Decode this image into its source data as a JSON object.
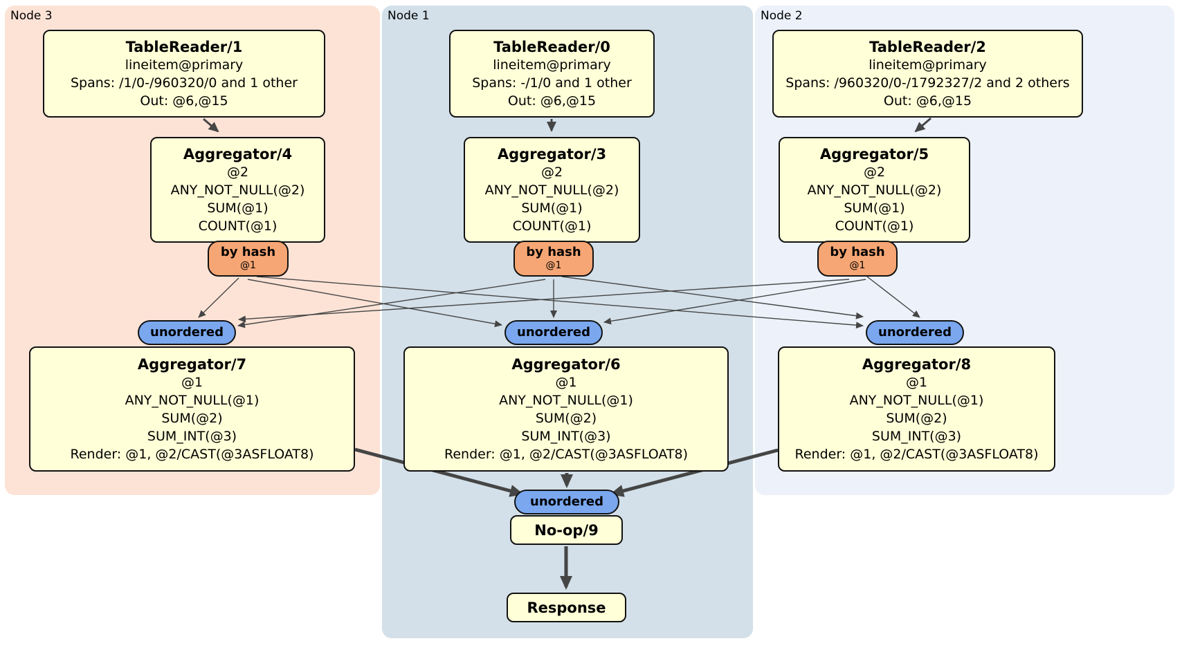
{
  "regions": [
    {
      "id": "node3",
      "label": "Node 3",
      "fill": "#fce3d6"
    },
    {
      "id": "node1",
      "label": "Node 1",
      "fill": "#d3e0e9"
    },
    {
      "id": "node2",
      "label": "Node 2",
      "fill": "#ecf1fa"
    }
  ],
  "processors": {
    "tr1": {
      "title": "TableReader/1",
      "lines": [
        "lineitem@primary",
        "Spans: /1/0-/960320/0 and 1 other",
        "Out: @6,@15"
      ]
    },
    "tr0": {
      "title": "TableReader/0",
      "lines": [
        "lineitem@primary",
        "Spans: -/1/0 and 1 other",
        "Out: @6,@15"
      ]
    },
    "tr2": {
      "title": "TableReader/2",
      "lines": [
        "lineitem@primary",
        "Spans: /960320/0-/1792327/2 and 2 others",
        "Out: @6,@15"
      ]
    },
    "agg4": {
      "title": "Aggregator/4",
      "lines": [
        "@2",
        "ANY_NOT_NULL(@2)",
        "SUM(@1)",
        "COUNT(@1)"
      ]
    },
    "agg3": {
      "title": "Aggregator/3",
      "lines": [
        "@2",
        "ANY_NOT_NULL(@2)",
        "SUM(@1)",
        "COUNT(@1)"
      ]
    },
    "agg5": {
      "title": "Aggregator/5",
      "lines": [
        "@2",
        "ANY_NOT_NULL(@2)",
        "SUM(@1)",
        "COUNT(@1)"
      ]
    },
    "agg7": {
      "title": "Aggregator/7",
      "lines": [
        "@1",
        "ANY_NOT_NULL(@1)",
        "SUM(@2)",
        "SUM_INT(@3)",
        "Render: @1, @2/CAST(@3ASFLOAT8)"
      ]
    },
    "agg6": {
      "title": "Aggregator/6",
      "lines": [
        "@1",
        "ANY_NOT_NULL(@1)",
        "SUM(@2)",
        "SUM_INT(@3)",
        "Render: @1, @2/CAST(@3ASFLOAT8)"
      ]
    },
    "agg8": {
      "title": "Aggregator/8",
      "lines": [
        "@1",
        "ANY_NOT_NULL(@1)",
        "SUM(@2)",
        "SUM_INT(@3)",
        "Render: @1, @2/CAST(@3ASFLOAT8)"
      ]
    },
    "noop": {
      "title": "No-op/9"
    },
    "response": {
      "title": "Response"
    }
  },
  "router": {
    "label": "by hash",
    "sub": "@1"
  },
  "sync": {
    "label": "unordered"
  },
  "edges": [
    {
      "from": "TableReader/1",
      "to": "Aggregator/4"
    },
    {
      "from": "TableReader/0",
      "to": "Aggregator/3"
    },
    {
      "from": "TableReader/2",
      "to": "Aggregator/5"
    },
    {
      "from": "by hash @1 (Aggregator/4)",
      "to": "unordered (Aggregator/7)"
    },
    {
      "from": "by hash @1 (Aggregator/4)",
      "to": "unordered (Aggregator/6)"
    },
    {
      "from": "by hash @1 (Aggregator/4)",
      "to": "unordered (Aggregator/8)"
    },
    {
      "from": "by hash @1 (Aggregator/3)",
      "to": "unordered (Aggregator/7)"
    },
    {
      "from": "by hash @1 (Aggregator/3)",
      "to": "unordered (Aggregator/6)"
    },
    {
      "from": "by hash @1 (Aggregator/3)",
      "to": "unordered (Aggregator/8)"
    },
    {
      "from": "by hash @1 (Aggregator/5)",
      "to": "unordered (Aggregator/7)"
    },
    {
      "from": "by hash @1 (Aggregator/5)",
      "to": "unordered (Aggregator/6)"
    },
    {
      "from": "by hash @1 (Aggregator/5)",
      "to": "unordered (Aggregator/8)"
    },
    {
      "from": "Aggregator/7",
      "to": "unordered (No-op/9)"
    },
    {
      "from": "Aggregator/6",
      "to": "unordered (No-op/9)"
    },
    {
      "from": "Aggregator/8",
      "to": "unordered (No-op/9)"
    },
    {
      "from": "No-op/9",
      "to": "Response"
    }
  ],
  "colors": {
    "processor_fill": "#ffffd8",
    "router_fill": "#f6a674",
    "sync_fill": "#7aa7ee",
    "edge_stroke": "#454545",
    "border": "#111111"
  }
}
